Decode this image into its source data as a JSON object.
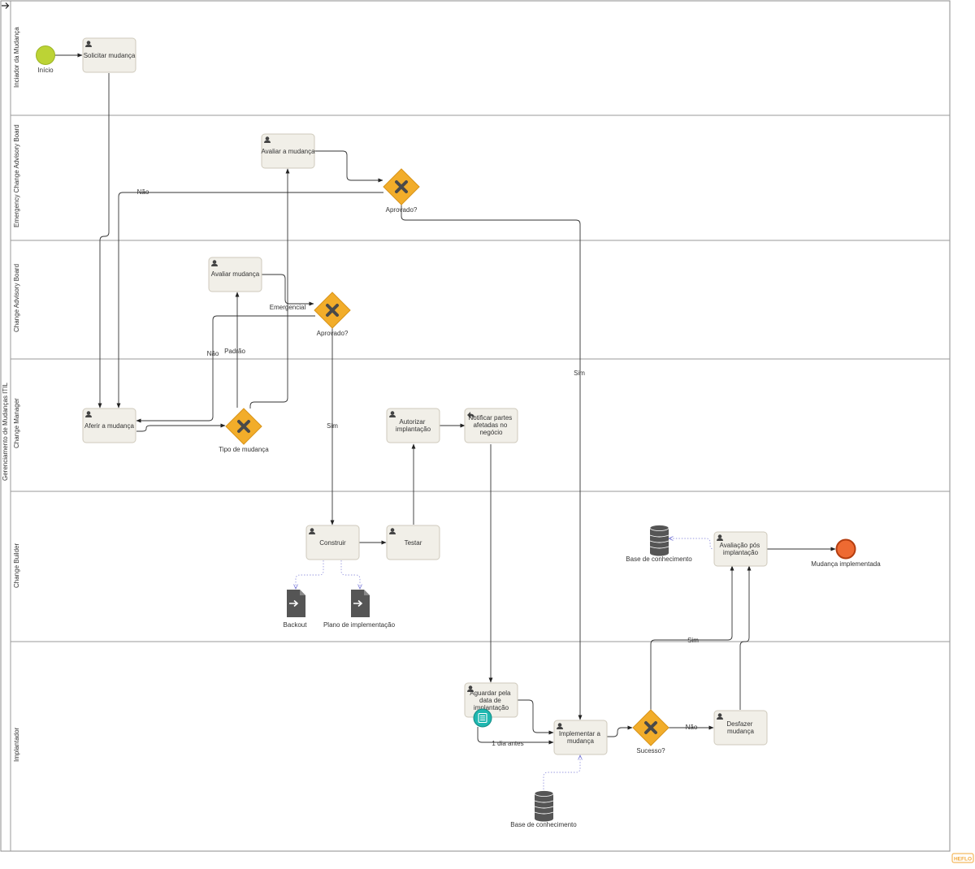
{
  "pool": {
    "name": "Gerenciamento de Mudanças ITIL",
    "collapse_icon": "arrow-right-icon"
  },
  "lanes": [
    {
      "id": "iniciador",
      "name": "Inciador da Mudança"
    },
    {
      "id": "ecab",
      "name": "Emergency Change Advisory Board"
    },
    {
      "id": "cab",
      "name": "Change Advisory Board"
    },
    {
      "id": "manager",
      "name": "Change Manager"
    },
    {
      "id": "builder",
      "name": "Change Builder"
    },
    {
      "id": "implantador",
      "name": "Implantador"
    }
  ],
  "events": {
    "start": {
      "label": "Início",
      "color": "#bcd335"
    },
    "end": {
      "label": "Mudança implementada",
      "color": "#ee6a32"
    }
  },
  "tasks": {
    "solicitar": {
      "lines": [
        "Solicitar mudança"
      ],
      "icon": "user-icon"
    },
    "avaliar_ecab": {
      "lines": [
        "Avaliar a mudança"
      ],
      "icon": "user-icon"
    },
    "avaliar_cab": {
      "lines": [
        "Avaliar mudança"
      ],
      "icon": "user-icon"
    },
    "aferir": {
      "lines": [
        "Aferir a mudança"
      ],
      "icon": "user-icon"
    },
    "autorizar": {
      "lines": [
        "Autorizar",
        "implantação"
      ],
      "icon": "user-icon"
    },
    "notificar": {
      "lines": [
        "Notificar partes",
        "afetadas no",
        "negócio"
      ],
      "icon": "send-icon"
    },
    "construir": {
      "lines": [
        "Construir"
      ],
      "icon": "user-icon"
    },
    "testar": {
      "lines": [
        "Testar"
      ],
      "icon": "user-icon"
    },
    "avaliacao_pos": {
      "lines": [
        "Avaliação pós",
        "implantação"
      ],
      "icon": "user-icon"
    },
    "aguardar": {
      "lines": [
        "Aguardar pela",
        "data de",
        "implantação"
      ],
      "icon": "user-icon"
    },
    "implementar": {
      "lines": [
        "Implementar a",
        "mudança"
      ],
      "icon": "user-icon"
    },
    "desfazer": {
      "lines": [
        "Desfazer",
        "mudança"
      ],
      "icon": "user-icon"
    }
  },
  "gateways": {
    "aprovado_ecab": "Aprovado?",
    "aprovado_cab": "Aprovado?",
    "tipo": "Tipo de mudança",
    "sucesso": "Sucesso?"
  },
  "artifacts": {
    "backout": "Backout",
    "plano": "Plano de implementação",
    "base1": "Base de conhecimento",
    "base2": "Base de conhecimento"
  },
  "flow_labels": {
    "nao_ecab": "Não",
    "sim_ecab": "Sim",
    "emergencial": "Emergencial",
    "nao_cab": "Não",
    "padrao": "Padrão",
    "sim_cab": "Sim",
    "um_dia": "1 dia antes",
    "sim_sucesso": "Sim",
    "nao_sucesso": "Não"
  },
  "timer_icon": "timer-event-icon",
  "watermark": "HEFLO"
}
